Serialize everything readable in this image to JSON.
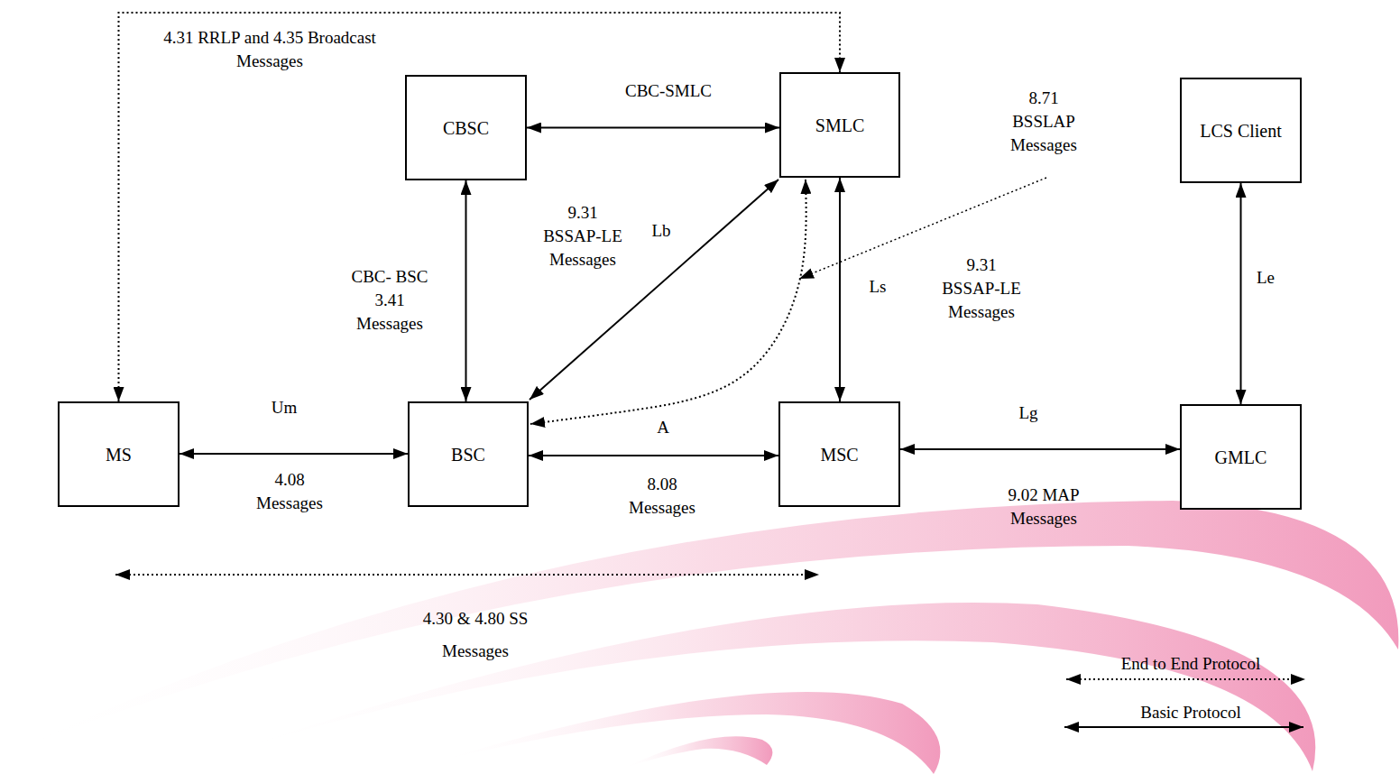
{
  "diagram": {
    "nodes": [
      {
        "text": [
          "CBSC"
        ]
      },
      {
        "text": [
          "SMLC"
        ]
      },
      {
        "text": [
          "LCS Client"
        ]
      },
      {
        "text": [
          "MS"
        ]
      },
      {
        "text": [
          "BSC"
        ]
      },
      {
        "text": [
          "MSC"
        ]
      },
      {
        "text": [
          "GMLC"
        ]
      }
    ],
    "edges": [
      {
        "from": 0,
        "to": 1,
        "arrow": "both",
        "label": "CBC-SMLC"
      },
      {
        "from": 0,
        "to": 4,
        "arrow": "both",
        "label": "CBC- BSC 3.41 Messages"
      },
      {
        "from": 4,
        "to": 1,
        "arrow": "both",
        "label": "Lb"
      },
      {
        "from": 1,
        "to": 5,
        "arrow": "both",
        "label": "Ls"
      },
      {
        "from": 3,
        "to": 4,
        "arrow": "both",
        "label": "Um"
      },
      {
        "from": 4,
        "to": 5,
        "arrow": "both",
        "label": "A"
      },
      {
        "from": 5,
        "to": 6,
        "arrow": "both",
        "label": "Lg"
      },
      {
        "from": 2,
        "to": 6,
        "arrow": "both",
        "label": "Le"
      },
      {
        "from": 3,
        "to": 1,
        "arrow": "both",
        "label": "4.31 RRLP and 4.35 Broadcast Messages"
      },
      {
        "from": 1,
        "to": 4,
        "arrow": "both"
      }
    ],
    "labels": [
      "9.31 BSSAP-LE Messages",
      "9.31 BSSAP-LE Messages",
      "8.71 BSSLAP Messages",
      "4.08 Messages",
      "8.08 Messages",
      "9.02 MAP Messages",
      "4.30 & 4.80 SS Messages"
    ],
    "legend": [
      {
        "text": "End to End Protocol"
      },
      {
        "text": "Basic Protocol"
      }
    ]
  }
}
